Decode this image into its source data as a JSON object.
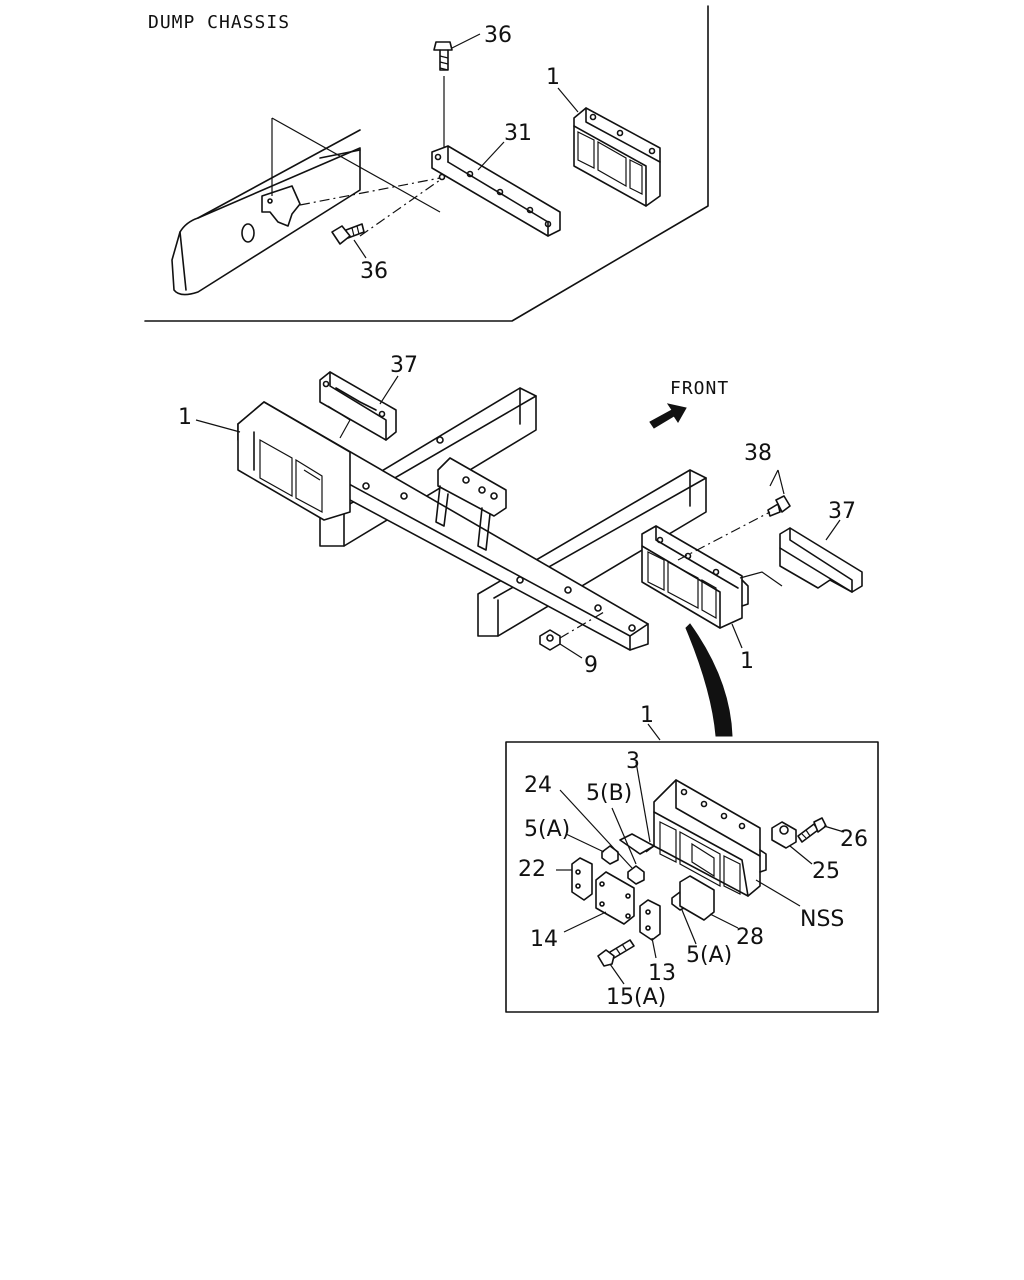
{
  "header": {
    "title": "DUMP CHASSIS"
  },
  "front_label": "FRONT",
  "callouts": {
    "top_bolt": "36",
    "top_bracket": "31",
    "top_module": "1",
    "top_lower_bolt": "36",
    "main_cover_rear": "37",
    "main_module_left": "1",
    "main_bolt": "38",
    "main_cover_front": "37",
    "main_nut": "9",
    "main_module_right": "1",
    "detail_ref": "1",
    "d_3": "3",
    "d_24": "24",
    "d_5b": "5(B)",
    "d_5a_top": "5(A)",
    "d_22": "22",
    "d_14": "14",
    "d_13": "13",
    "d_15a": "15(A)",
    "d_5a_bottom": "5(A)",
    "d_28": "28",
    "d_nss": "NSS",
    "d_25": "25",
    "d_26": "26"
  }
}
